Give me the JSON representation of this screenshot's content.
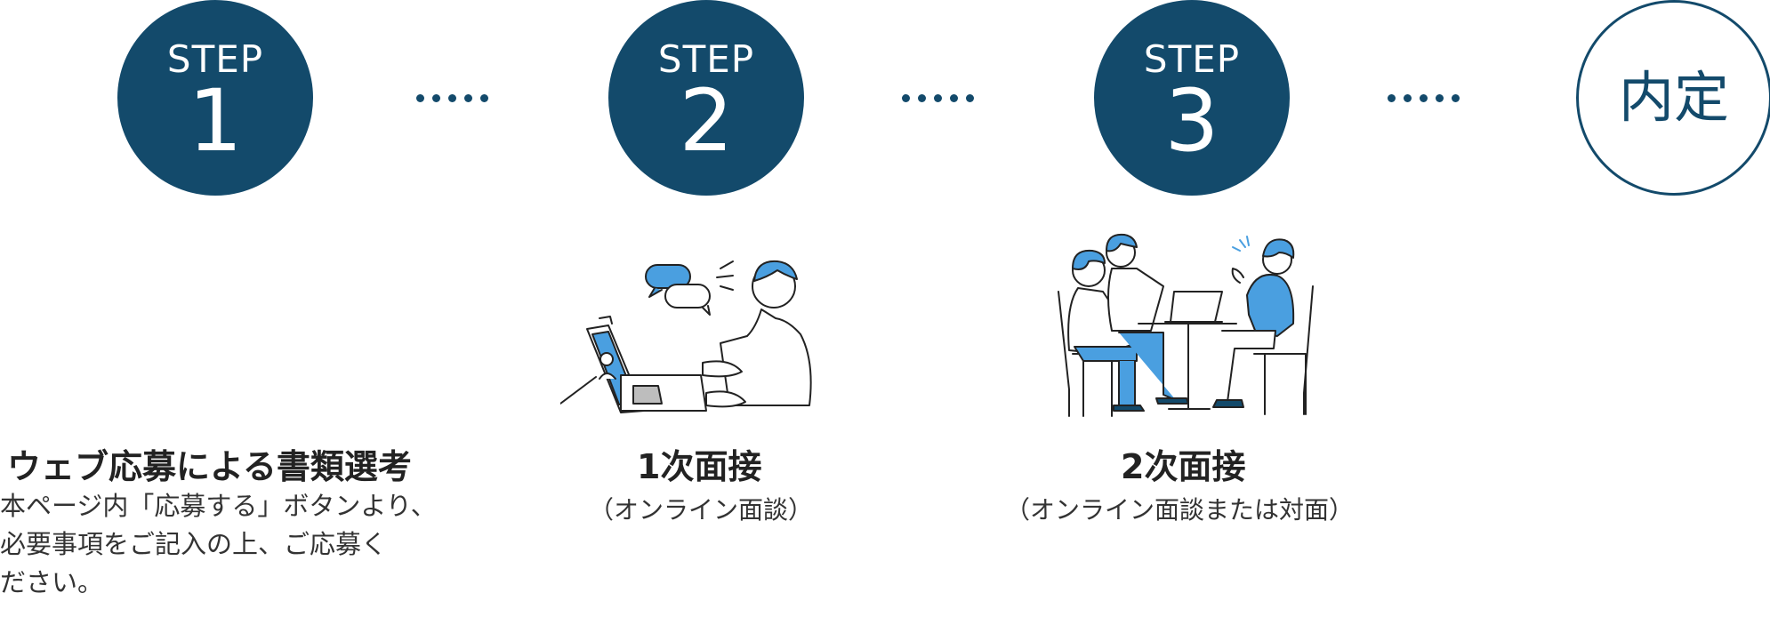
{
  "steps": [
    {
      "label": "STEP",
      "number": "1"
    },
    {
      "label": "STEP",
      "number": "2"
    },
    {
      "label": "STEP",
      "number": "3"
    }
  ],
  "final": {
    "label": "内定"
  },
  "captions": {
    "step1": {
      "title": "ウェブ応募による書類選考",
      "description_lines": [
        "本ページ内「応募する」ボタンより、",
        "必要事項をご記入の上、ご応募く",
        "ださい。"
      ]
    },
    "step2": {
      "title": "1次面接",
      "subtitle": "（オンライン面談）"
    },
    "step3": {
      "title": "2次面接",
      "subtitle": "（オンライン面談または対面）"
    }
  },
  "colors": {
    "primary": "#134a6b",
    "accent": "#4a9fe0",
    "text": "#222222"
  },
  "icons": {
    "step2": "video-call-illustration",
    "step3": "meeting-illustration"
  }
}
